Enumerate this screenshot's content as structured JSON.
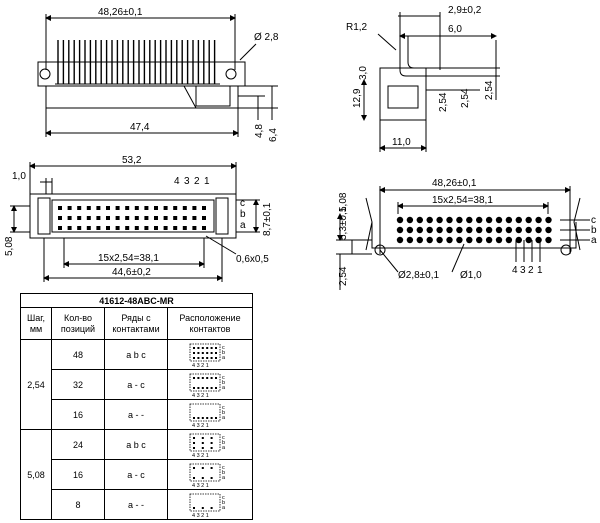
{
  "top_left_view": {
    "overall_width": "48,26±0,1",
    "hole_diameter": "Ø 2,8",
    "body_width": "47,4",
    "height_a": "4,8",
    "height_b": "6,4"
  },
  "side_view": {
    "radius": "R1,2",
    "dim_29": "2,9±0,2",
    "dim_60": "6,0",
    "dim_30": "3,0",
    "dim_129": "12,9",
    "dim_254_a": "2,54",
    "dim_254_b": "2,54",
    "dim_254_c": "2,54",
    "dim_110": "11,0"
  },
  "front_view": {
    "width": "53,2",
    "dim_10": "1,0",
    "pins": [
      "4",
      "3",
      "2",
      "1"
    ],
    "rows": [
      "c",
      "b",
      "a"
    ],
    "height_87": "8,7±0,1",
    "height_508": "5,08",
    "pitch": "15x2,54=38,1",
    "span": "44,6±0,2",
    "pin_size": "0,6x0,5"
  },
  "footprint_view": {
    "width": "48,26±0,1",
    "pitch": "15x2,54=38,1",
    "dim_53": "5,3±0,1",
    "dim_508": "5,08",
    "dim_254": "2,54",
    "hole_mount": "Ø2,8±0,1",
    "hole_pin": "Ø1,0",
    "pins": [
      "4",
      "3",
      "2",
      "1"
    ],
    "rows": [
      "c",
      "b",
      "a"
    ]
  },
  "table": {
    "title": "41612-48ABC-MR",
    "headers": [
      "Шаг, мм",
      "Кол-во позиций",
      "Ряды с контактами",
      "Расположение контактов"
    ],
    "groups": [
      {
        "pitch": "2,54",
        "rows": [
          {
            "count": "48",
            "contact_rows": "a b c"
          },
          {
            "count": "32",
            "contact_rows": "a - c"
          },
          {
            "count": "16",
            "contact_rows": "a - -"
          }
        ]
      },
      {
        "pitch": "5,08",
        "rows": [
          {
            "count": "24",
            "contact_rows": "a b c"
          },
          {
            "count": "16",
            "contact_rows": "a - c"
          },
          {
            "count": "8",
            "contact_rows": "a - -"
          }
        ]
      }
    ],
    "mini_pins": "4 3 2 1",
    "mini_rows": [
      "c",
      "b",
      "a"
    ]
  }
}
